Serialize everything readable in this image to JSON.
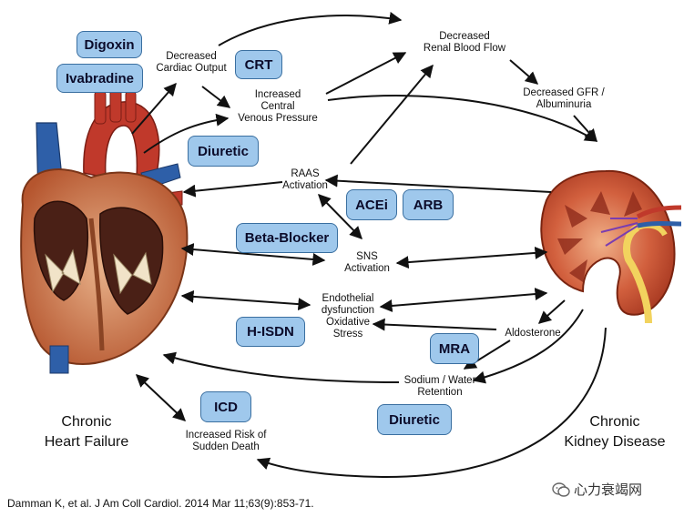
{
  "drugs": {
    "digoxin": "Digoxin",
    "ivabradine": "Ivabradine",
    "crt": "CRT",
    "diuretic_top": "Diuretic",
    "acei": "ACEi",
    "arb": "ARB",
    "beta_blocker": "Beta-Blocker",
    "h_isdn": "H-ISDN",
    "mra": "MRA",
    "icd": "ICD",
    "diuretic_bottom": "Diuretic"
  },
  "nodes": {
    "decreased_cardiac_output": "Decreased\nCardiac Output",
    "increased_cvp": "Increased\nCentral\nVenous Pressure",
    "decreased_renal_blood_flow": "Decreased\nRenal Blood Flow",
    "decreased_gfr": "Decreased GFR /\nAlbuminuria",
    "raas_activation": "RAAS\nActivation",
    "sns_activation": "SNS\nActivation",
    "endothelial": "Endothelial\ndysfunction\nOxidative\nStress",
    "aldosterone": "Aldosterone",
    "sodium_water": "Sodium / Water\nRetention",
    "sudden_death": "Increased Risk of\nSudden Death"
  },
  "labels": {
    "heart_failure": "Chronic\nHeart Failure",
    "kidney_disease": "Chronic\nKidney Disease"
  },
  "citation": "Damman K, et al. J Am Coll Cardiol. 2014 Mar 11;63(9):853-71.",
  "watermark": "心力衰竭网",
  "colors": {
    "drug_box_fill": "#9fc8ec",
    "drug_box_border": "#3a6fa0",
    "arrow": "#111111"
  }
}
